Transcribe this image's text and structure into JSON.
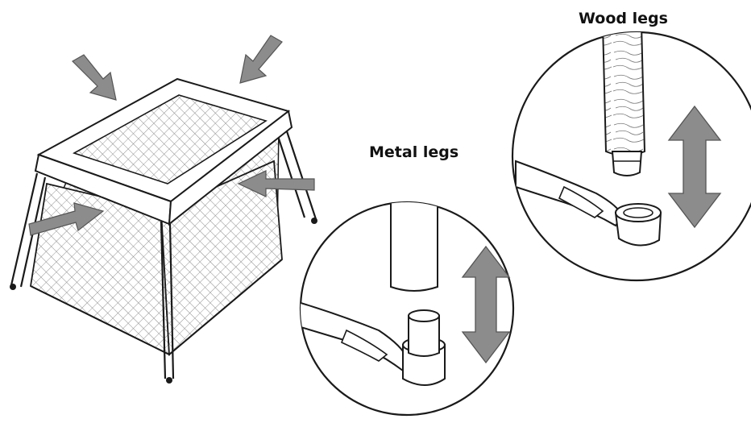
{
  "labels": {
    "wood_legs": "Wood legs",
    "metal_legs": "Metal legs"
  },
  "illustration": {
    "subject": "travel-crib",
    "views": [
      "crib-overview",
      "metal-leg-detail",
      "wood-leg-detail"
    ]
  },
  "colors": {
    "line": "#1a1a1a",
    "arrow_fill": "#8c8c8c",
    "arrow_stroke": "#555555",
    "mesh": "#7a7a7a",
    "background": "#ffffff"
  }
}
